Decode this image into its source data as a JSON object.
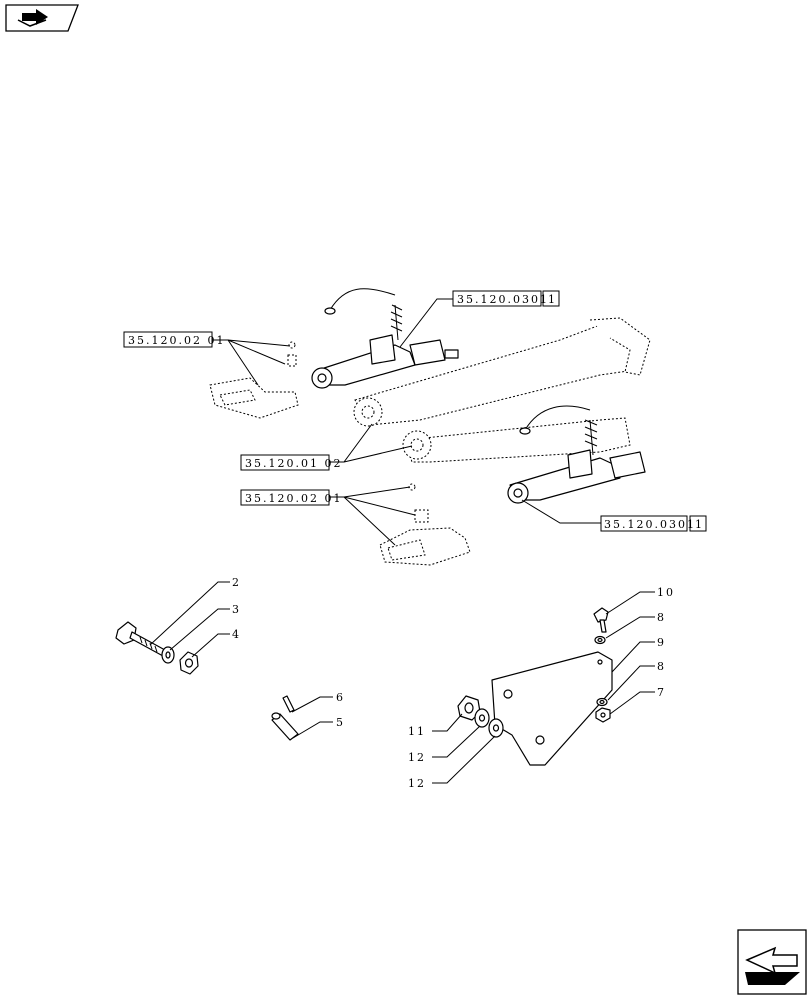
{
  "nav": {
    "top_icon": "book-arrow-icon",
    "bottom_icon": "next-page-arrow-icon"
  },
  "refs": {
    "r1": "35.120.0301",
    "r1_box": "1",
    "r2": "35.120.02 01",
    "r3": "35.120.01 02",
    "r4": "35.120.02 01",
    "r5": "35.120.0301",
    "r5_box": "1"
  },
  "callouts": {
    "c2": "2",
    "c3": "3",
    "c4": "4",
    "c5": "5",
    "c6": "6",
    "c7": "7",
    "c8a": "8",
    "c8b": "8",
    "c9": "9",
    "c10": "10",
    "c11": "11",
    "c12a": "12",
    "c12b": "12"
  }
}
